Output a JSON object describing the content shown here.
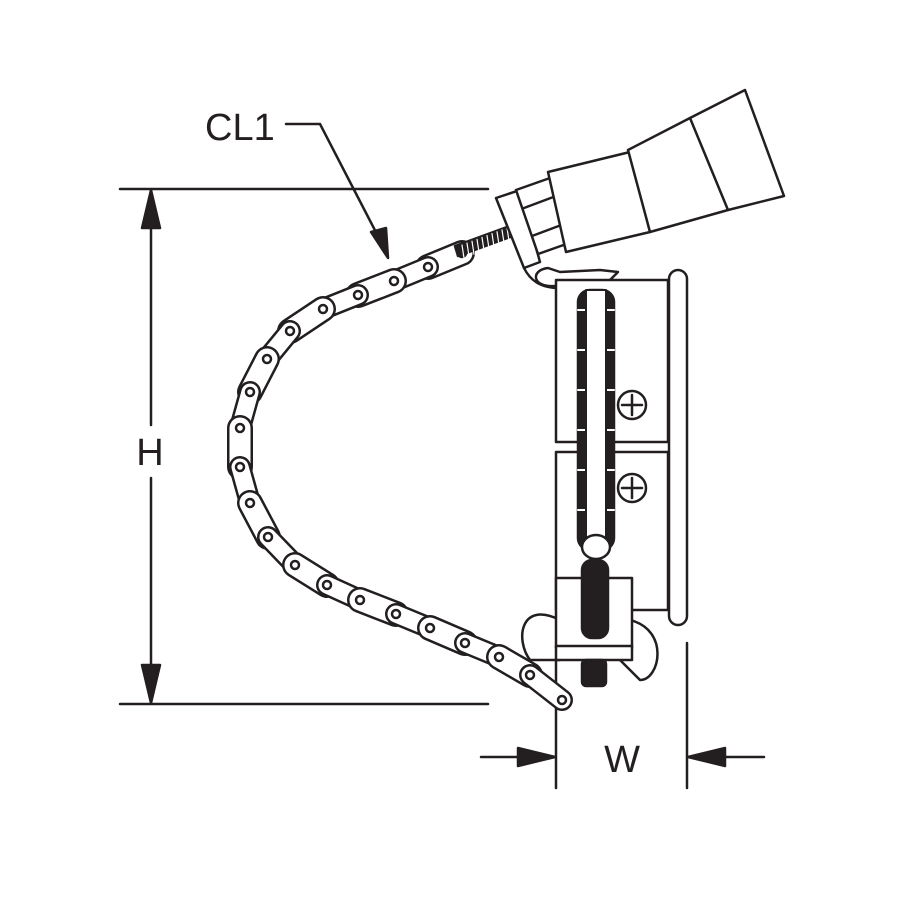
{
  "labels": {
    "callout": "CL1",
    "height": "H",
    "width": "W"
  },
  "colors": {
    "line": "#231f20",
    "background": "#ffffff"
  }
}
